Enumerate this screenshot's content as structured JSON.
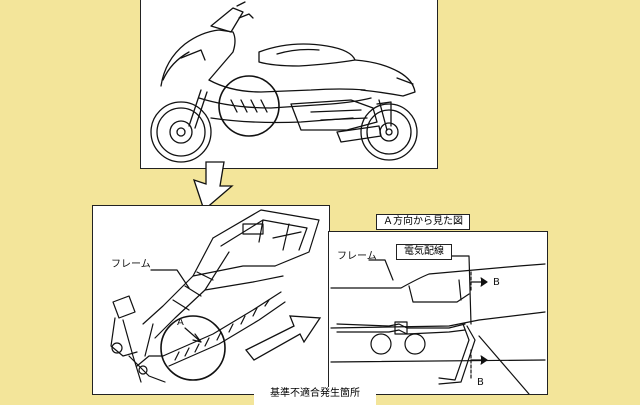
{
  "labels": {
    "frame_left": "フレーム",
    "frame_right": "フレーム",
    "view_title": "Ａ方向から見た図",
    "wiring": "電気配線",
    "arrow_a": "A",
    "section_b_top": "B",
    "section_b_bottom": "B",
    "caption": "基準不適合発生箇所"
  },
  "colors": {
    "background": "#f3e59a",
    "panel": "#ffffff",
    "line": "#111111"
  },
  "icons": [
    "scooter-drawing",
    "frame-drawing",
    "wiring-detail-drawing",
    "block-arrow-down",
    "block-arrow-right"
  ]
}
